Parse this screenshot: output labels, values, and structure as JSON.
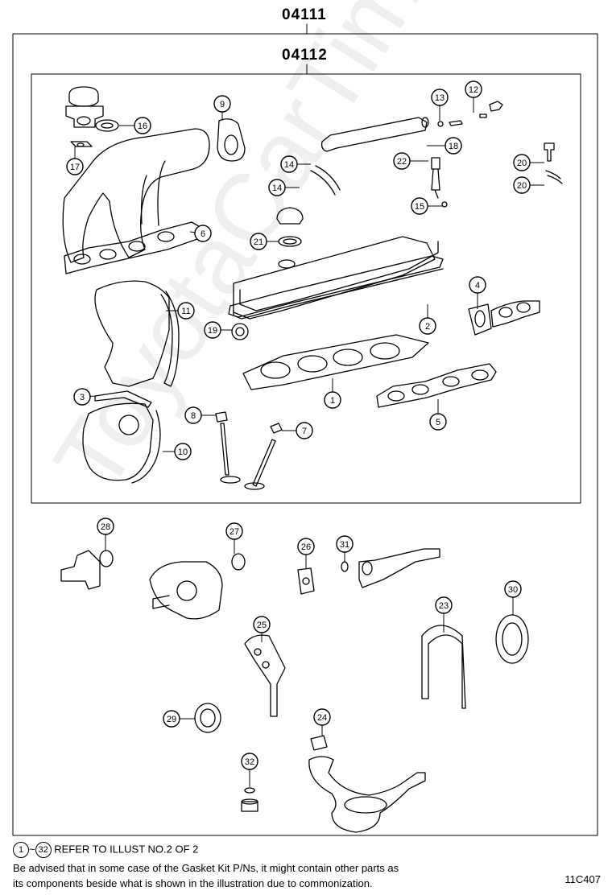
{
  "header": {
    "outer_kit_code": "04111",
    "inner_kit_code": "04112"
  },
  "parts": [
    {
      "num": "1"
    },
    {
      "num": "2"
    },
    {
      "num": "3"
    },
    {
      "num": "4"
    },
    {
      "num": "5"
    },
    {
      "num": "6"
    },
    {
      "num": "7"
    },
    {
      "num": "8"
    },
    {
      "num": "9"
    },
    {
      "num": "10"
    },
    {
      "num": "11"
    },
    {
      "num": "12"
    },
    {
      "num": "13"
    },
    {
      "num": "14"
    },
    {
      "num": "14"
    },
    {
      "num": "15"
    },
    {
      "num": "16"
    },
    {
      "num": "17"
    },
    {
      "num": "18"
    },
    {
      "num": "19"
    },
    {
      "num": "20"
    },
    {
      "num": "20"
    },
    {
      "num": "21"
    },
    {
      "num": "22"
    },
    {
      "num": "23"
    },
    {
      "num": "24"
    },
    {
      "num": "25"
    },
    {
      "num": "26"
    },
    {
      "num": "27"
    },
    {
      "num": "28"
    },
    {
      "num": "29"
    },
    {
      "num": "30"
    },
    {
      "num": "31"
    },
    {
      "num": "32"
    }
  ],
  "footer": {
    "range_start": "1",
    "range_sep": "~",
    "range_end": "32",
    "refer_text": "REFER TO ILLUST NO.2 OF 2",
    "note_line1": "Be advised that in some case of the Gasket Kit P/Ns, it might contain other parts as",
    "note_line2": "its components beside what is shown in the illustration due to commonization.",
    "illustration_code": "11C407"
  },
  "watermark": "ToyotaCarTime.ru"
}
